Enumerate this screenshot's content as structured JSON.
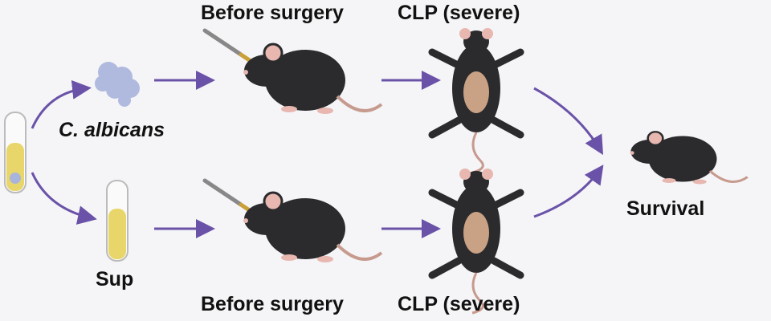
{
  "labels": {
    "top_before": "Before surgery",
    "top_clp": "CLP (severe)",
    "bottom_before": "Before surgery",
    "bottom_clp": "CLP (severe)",
    "c_albicans": "C. albicans",
    "sup": "Sup",
    "survival": "Survival"
  },
  "colors": {
    "arrow": "#6a52a8",
    "mouse": "#2b2b2d",
    "liquid": "#e8d66a",
    "fungus": "#a9b4dc"
  }
}
